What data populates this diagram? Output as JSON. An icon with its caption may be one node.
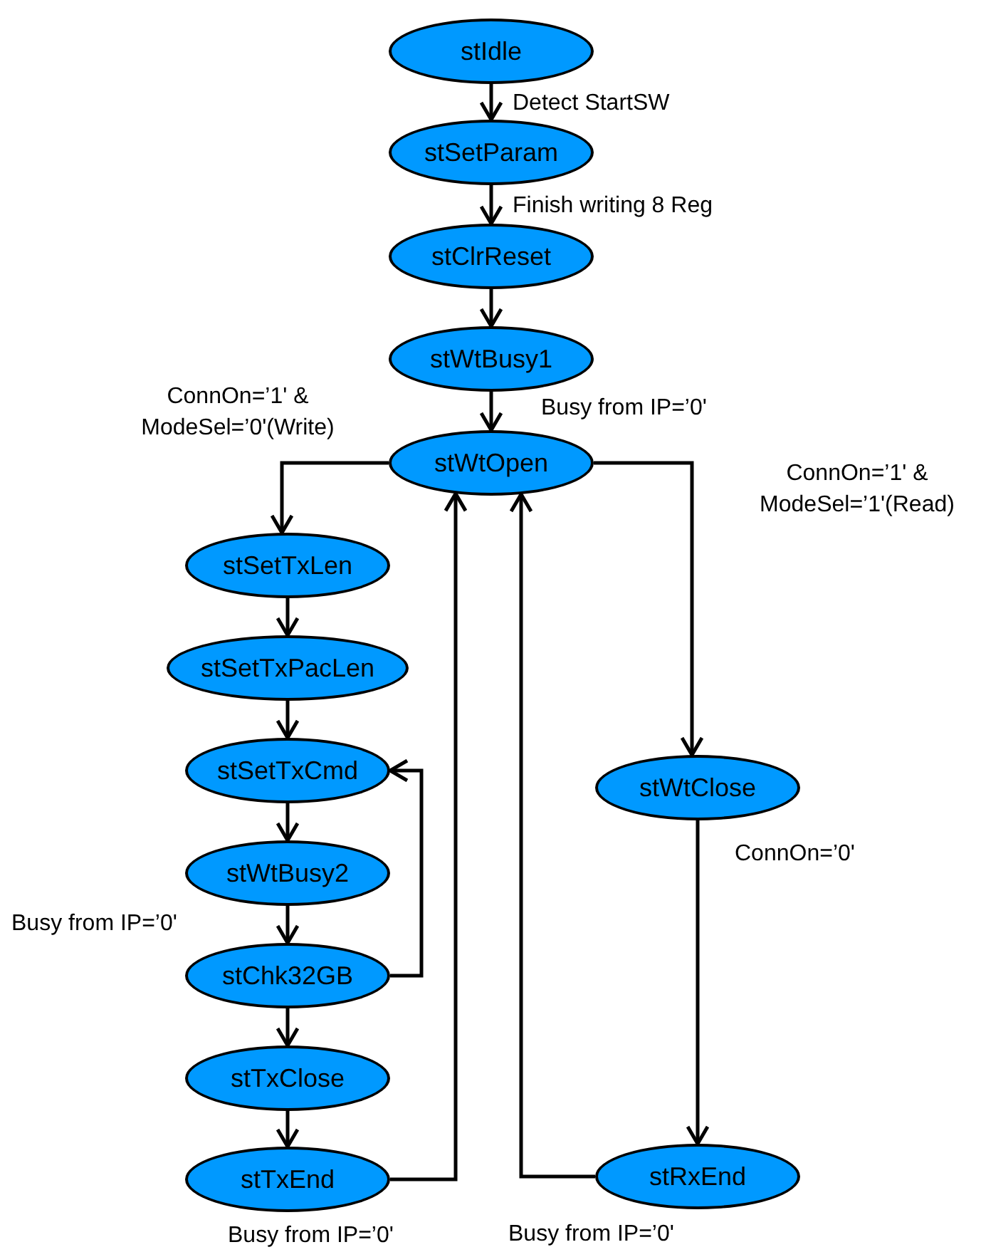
{
  "diagram": {
    "nodes": [
      {
        "text": [
          "stIdle"
        ]
      },
      {
        "text": [
          "stSetParam"
        ]
      },
      {
        "text": [
          "stClrReset"
        ]
      },
      {
        "text": [
          "stWtBusy1"
        ]
      },
      {
        "text": [
          "stWtOpen"
        ]
      },
      {
        "text": [
          "stSetTxLen"
        ]
      },
      {
        "text": [
          "stSetTxPacLen"
        ]
      },
      {
        "text": [
          "stSetTxCmd"
        ]
      },
      {
        "text": [
          "stWtBusy2"
        ]
      },
      {
        "text": [
          "stChk32GB"
        ]
      },
      {
        "text": [
          "stTxClose"
        ]
      },
      {
        "text": [
          "stTxEnd"
        ]
      },
      {
        "text": [
          "stWtClose"
        ]
      },
      {
        "text": [
          "stRxEnd"
        ]
      }
    ],
    "edges": [
      {
        "from": 0,
        "to": 1,
        "arrow": "to",
        "label": "Detect StartSW"
      },
      {
        "from": 1,
        "to": 2,
        "arrow": "to",
        "label": "Finish writing 8 Reg"
      },
      {
        "from": 2,
        "to": 3,
        "arrow": "to"
      },
      {
        "from": 3,
        "to": 4,
        "arrow": "to",
        "label": "Busy from IP=’0'"
      },
      {
        "from": 4,
        "to": 5,
        "arrow": "to",
        "label": "ConnOn=’1' & ModeSel=’0'(Write)"
      },
      {
        "from": 4,
        "to": 12,
        "arrow": "to",
        "label": "ConnOn=’1' & ModeSel=’1'(Read)"
      },
      {
        "from": 5,
        "to": 6,
        "arrow": "to"
      },
      {
        "from": 6,
        "to": 7,
        "arrow": "to"
      },
      {
        "from": 7,
        "to": 8,
        "arrow": "to"
      },
      {
        "from": 8,
        "to": 9,
        "arrow": "to",
        "label": "Busy from IP=’0'"
      },
      {
        "from": 9,
        "to": 7,
        "arrow": "to"
      },
      {
        "from": 9,
        "to": 10,
        "arrow": "to"
      },
      {
        "from": 10,
        "to": 11,
        "arrow": "to"
      },
      {
        "from": 11,
        "to": 4,
        "arrow": "to",
        "label": "Busy from IP=’0'"
      },
      {
        "from": 12,
        "to": 13,
        "arrow": "to",
        "label": "ConnOn=’0'"
      },
      {
        "from": 13,
        "to": 4,
        "arrow": "to",
        "label": "Busy from IP=’0'"
      }
    ]
  }
}
